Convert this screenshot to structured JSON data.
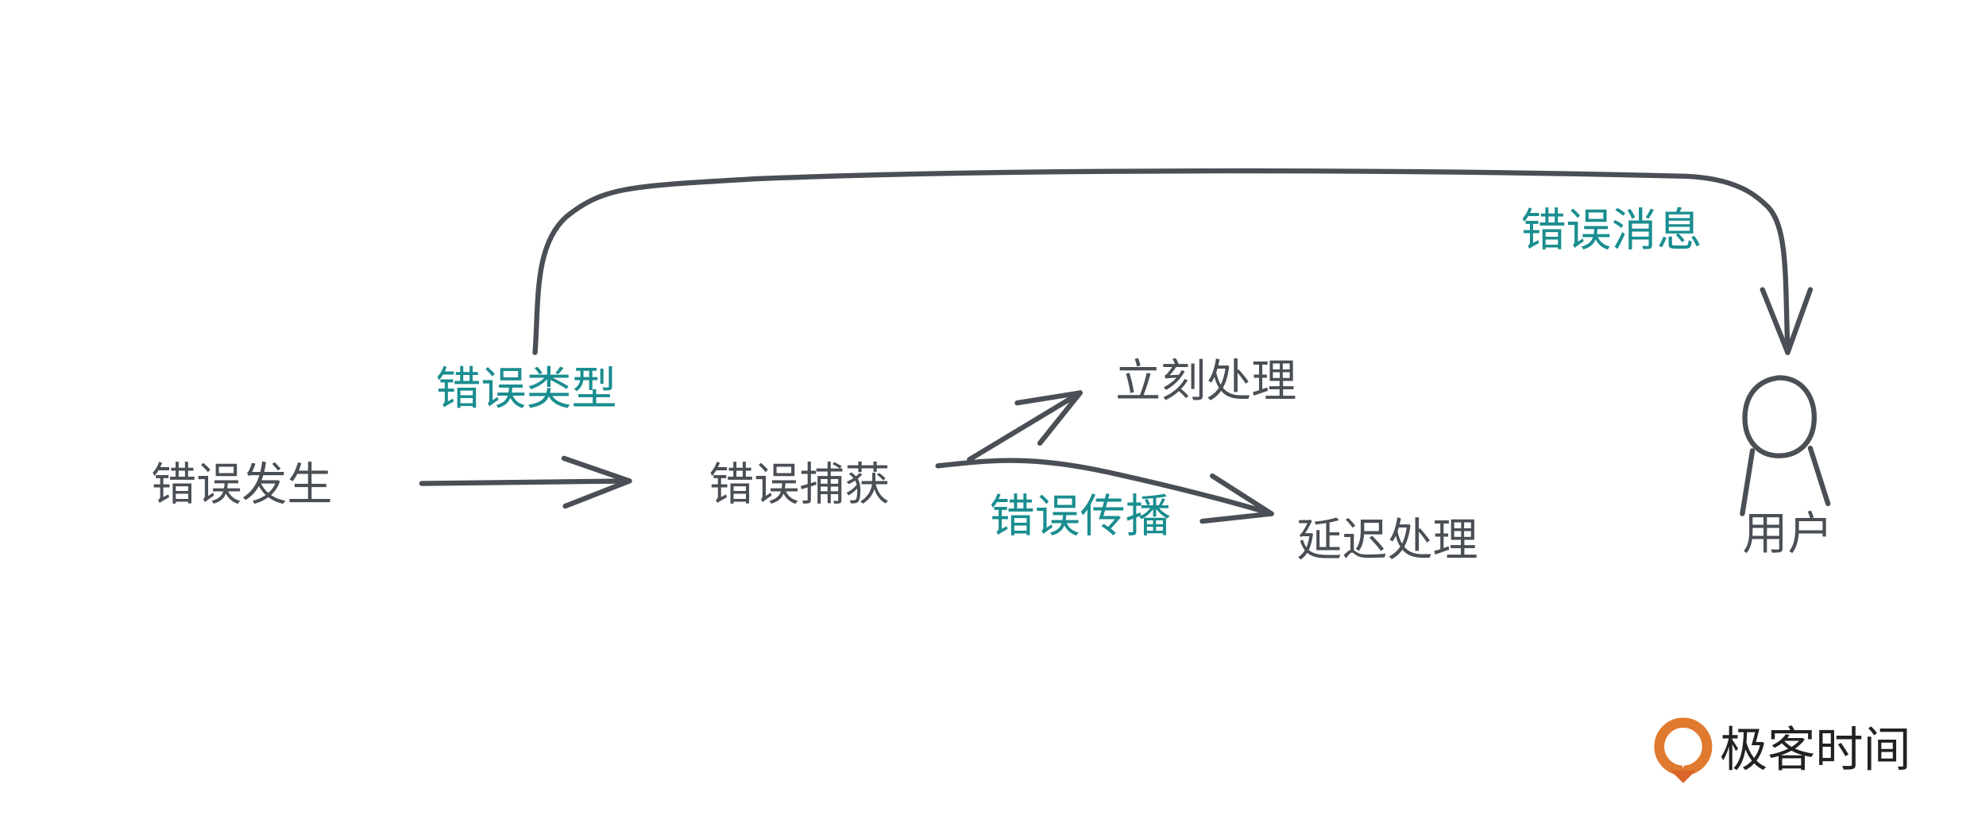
{
  "nodes": {
    "error_occur": "错误发生",
    "error_catch": "错误捕获",
    "handle_now": "立刻处理",
    "handle_later": "延迟处理",
    "user": "用户"
  },
  "edge_labels": {
    "error_type": "错误类型",
    "error_message": "错误消息",
    "error_propagate": "错误传播"
  },
  "logo": {
    "text": "极客时间"
  },
  "colors": {
    "text": "#4a4f55",
    "accent": "#1a8d8f",
    "logo": "#e07a2e"
  }
}
